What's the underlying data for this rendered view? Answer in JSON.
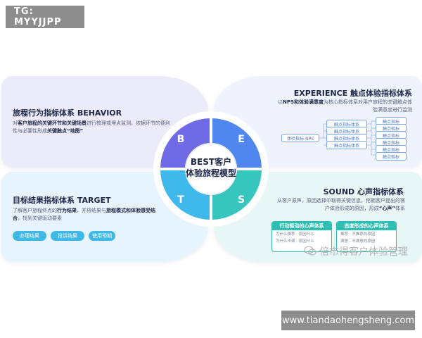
{
  "tag": "TG: MYYJJPP",
  "url": "www.tiandaohengsheng.com",
  "watermark": "倍市得客户体验管理",
  "center": {
    "line1": "BEST客户",
    "line2": "体验旅程模型",
    "letters": [
      "B",
      "E",
      "T",
      "S"
    ]
  },
  "behavior": {
    "title": "旅程行为指标体系 BEHAVIOR",
    "desc_parts": [
      "对",
      "客户旅程的关键环节和关键场景",
      "进行梳理或埋点监测，依据环节的便利性与必要性形成",
      "关键触点“地图”"
    ]
  },
  "experience": {
    "title": "EXPERIENCE 触点体验指标体系",
    "desc_parts": [
      "以",
      "NPS和体验满意度",
      "为核心指标体系对用户旅程的关键触点体验满意度进行监测"
    ],
    "root": "体验指标-NPS",
    "level2": [
      "触点指标体系",
      "触点指标体系",
      "触点指标体系",
      "触点指标体系"
    ],
    "level3": [
      "触点指标",
      "触点指标",
      "触点指标",
      "触点指标",
      "触点指标",
      "触点指标"
    ]
  },
  "target": {
    "title": "目标结果指标体系 TARGET",
    "desc_parts": [
      "了解客户旅程终点的",
      "行为结果",
      "，并将结果与",
      "旅程模式和体验感受结合",
      "，找到关键驱动要素"
    ],
    "chips": [
      "办理结果",
      "投诉结果",
      "使用预期"
    ]
  },
  "sound": {
    "title": "SOUND 心声指标体系",
    "desc_parts": [
      "从客户原声，原因选择中取得关键信息，挖掘客户提出的客户体验形成的原因，形成",
      "“心声”",
      "体系"
    ],
    "box1": {
      "title": "行动驱动的心声体系",
      "lines": [
        "为什么推荐 · 原因什么",
        "为什么不满 · 原因什么"
      ]
    },
    "box2": {
      "title": "态度形成的心声体系",
      "lines": [
        "推荐 · 不推荐的原因",
        "满意 · 不满意的原因"
      ]
    }
  },
  "colors": {
    "b": "#6f6be6",
    "e": "#4f87ee",
    "t": "#3fb8ec",
    "s": "#37c6bd"
  }
}
